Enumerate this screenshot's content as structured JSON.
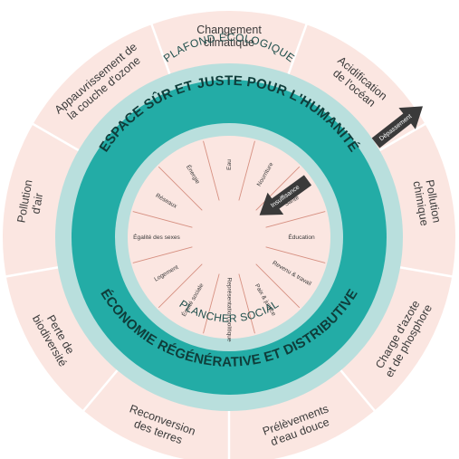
{
  "outer_ring": {
    "ceiling_label": "PLAFOND ÉCOLOGIQUE",
    "segments": [
      {
        "lines": [
          "Changement",
          "climatique"
        ]
      },
      {
        "lines": [
          "Acidification",
          "de l'océan"
        ]
      },
      {
        "lines": [
          "Pollution",
          "chimique"
        ]
      },
      {
        "lines": [
          "Charge d'azote",
          "et de phosphore"
        ]
      },
      {
        "lines": [
          "Prélèvements",
          "d'eau douce"
        ]
      },
      {
        "lines": [
          "Reconversion",
          "des terres"
        ]
      },
      {
        "lines": [
          "Perte de",
          "biodiversité"
        ]
      },
      {
        "lines": [
          "Pollution",
          "d'air"
        ]
      },
      {
        "lines": [
          "Appauvrissement de",
          "la couche d'ozone"
        ]
      }
    ]
  },
  "middle_ring": {
    "top_title": "ESPACE SÛR ET JUSTE POUR L'HUMANITÉ",
    "bottom_title": "ÉCONOMIE RÉGÉNÉRATIVE ET DISTRIBUTIVE",
    "floor_label": "PLANCHER SOCIAL"
  },
  "inner_ring": {
    "segments": [
      "Eau",
      "Nourriture",
      "Santé",
      "Éducation",
      "Revenu & travail",
      "Paix & justice",
      "Représentation politique",
      "Équité sociale",
      "Logement",
      "Égalité des sexes",
      "Réseaux",
      "Énergie"
    ]
  },
  "arrows": {
    "overshoot": "Dépassement",
    "shortfall": "Insuffisance"
  },
  "colors": {
    "outer_fill": "#fbe6e1",
    "outer_divider": "#ffffff",
    "ceiling_band": "#b9dfdd",
    "teal_band": "#23aca6",
    "floor_band": "#b9dfdd",
    "inner_fill": "#fbe6e1",
    "inner_divider": "#d68f80",
    "arrow": "#3a3a3a"
  }
}
